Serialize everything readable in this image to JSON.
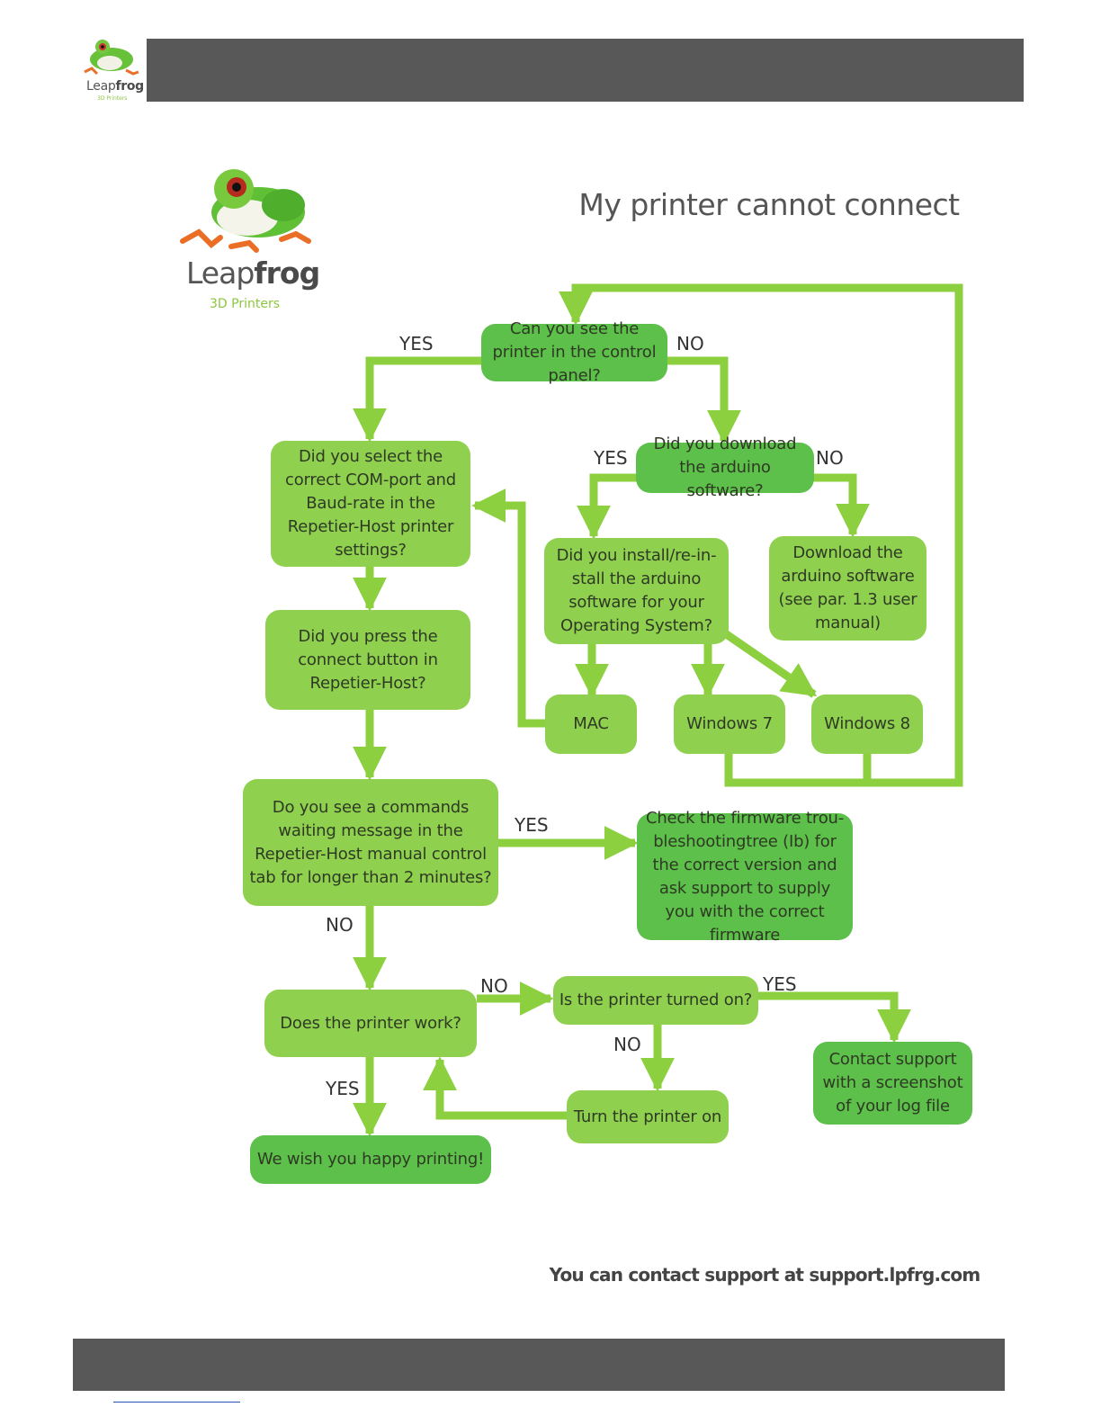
{
  "header": {},
  "logo": {
    "word_light": "Leap",
    "word_bold": "frog",
    "tagline": "3D Printers"
  },
  "title": "My printer cannot connect",
  "colors": {
    "light_box": "#8fd14f",
    "dark_box": "#5cc04a",
    "arrow": "#8ccf3f",
    "bar": "#585858"
  },
  "nodes": {
    "see_printer": "Can you see the printer in the control panel?",
    "download_q": "Did you download the arduino software?",
    "select_com": "Did you select the correct COM-port and Baud-rate in the Repetier-Host printer settings?",
    "install_q": "Did you install/re-in-stall the arduino software for your Operating System?",
    "download_action": "Download the arduino software (see par. 1.3 user manual)",
    "press_connect": "Did you press the connect button in Repetier-Host?",
    "mac": "MAC",
    "win7": "Windows 7",
    "win8": "Windows 8",
    "commands_waiting": "Do you see a commands waiting message in the Repetier-Host manual control tab for longer than 2 minutes?",
    "check_firmware": "Check the firmware trou-bleshootingtree (Ib) for the correct version and ask support to supply you with the correct firmware",
    "printer_work": "Does the printer work?",
    "turned_on": "Is the printer turned on?",
    "contact_support": "Contact support with a screenshot of your log file",
    "turn_on": "Turn the printer on",
    "happy": "We wish you happy printing!"
  },
  "labels": {
    "yes_top": "YES",
    "no_top": "NO",
    "yes_download": "YES",
    "no_download": "NO",
    "yes_commands": "YES",
    "no_commands": "NO",
    "no_work": "NO",
    "yes_turned": "YES",
    "no_turned": "NO",
    "yes_work": "YES"
  },
  "footer": {
    "contact": "You can contact support at support.lpfrg.com"
  }
}
